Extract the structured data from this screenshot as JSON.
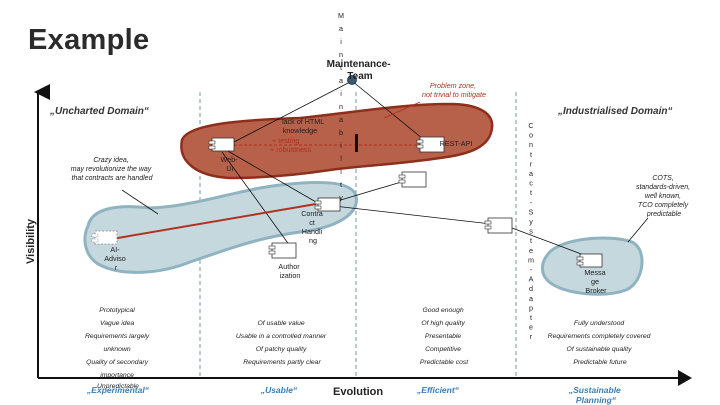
{
  "slide": {
    "title": "Example"
  },
  "zones": {
    "uncharted": "„Uncharted Domain“",
    "industrialised": "„Industrialised Domain“"
  },
  "axes": {
    "y_label": "Visibility",
    "x_label": "Evolution"
  },
  "stages": [
    {
      "label": "„Experimental“"
    },
    {
      "label": "„Usable“"
    },
    {
      "label": "„Efficient“"
    },
    {
      "label": "„Sustainable Planning“"
    }
  ],
  "criteria": {
    "experimental": [
      "Prototypical",
      "Vague idea",
      "Requirements largely",
      "unknown",
      "Quality of secondary",
      "importance",
      "Unpredictable"
    ],
    "usable": [
      "Of usable value",
      "Usable in a controlled manner",
      "Of patchy quality",
      "Requirements partly clear"
    ],
    "efficient": [
      "Good enough",
      "Of high quality",
      "Presentable",
      "Competitive",
      "Predictable cost"
    ],
    "sustainable": [
      "Fully understood",
      "Requirements completely covered",
      "Of sustainable quality",
      "Predictable future"
    ]
  },
  "actor": {
    "label": "Maintenance-Team",
    "vertical_text": "Maintainability"
  },
  "annotations": {
    "problem_zone": [
      "Problem zone,",
      "not trivial to mitigate"
    ],
    "html_knowledge": [
      "lack of HTML",
      "knowledge"
    ],
    "testing": "+ testing",
    "robustness": "+ robustness",
    "crazy_idea": [
      "Crazy idea,",
      "may revolutionize the way",
      "that contracts are handled"
    ],
    "cots": [
      "COTS,",
      "standards-driven,",
      "well known,",
      "TCO completely",
      "predictable"
    ]
  },
  "components": {
    "web_ui": [
      "Web-",
      "UI"
    ],
    "rest_api": "REST-API",
    "contract_handling": [
      "Contra",
      "ct",
      "Handli",
      "ng"
    ],
    "ai_advisor": [
      "AI-",
      "Adviso",
      "r"
    ],
    "authorization": [
      "Author",
      "ization"
    ],
    "contract_system_adapter": "Contract-System-Adapter",
    "message_broker": [
      "Messa",
      "ge",
      "Broker"
    ]
  },
  "colors": {
    "problem_fill": "#b7604a",
    "problem_stroke": "#8e2f1c",
    "blob_fill": "#c4d8de",
    "blob_stroke": "#8fb3c0",
    "stage_label": "#3a7db5",
    "annotation_red": "#b2311f",
    "actor": "#3e5a73"
  }
}
